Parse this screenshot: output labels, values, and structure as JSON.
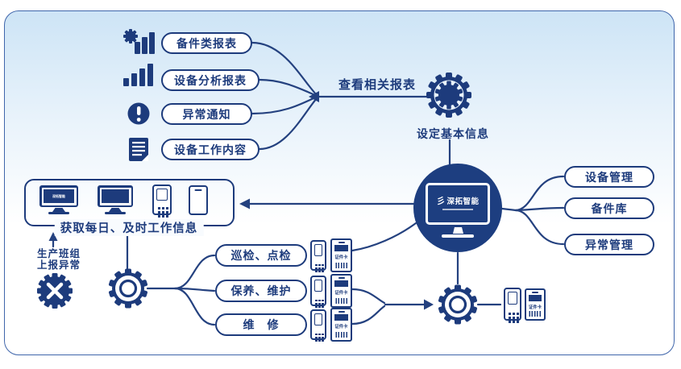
{
  "palette": {
    "navy": "#1d3b7c",
    "line": "#24417f",
    "card_border": "#4066ab",
    "bg_top": "#cde4f6"
  },
  "report_section": {
    "flow_label": "查看相关报表",
    "items": [
      {
        "icon": "bar-chart-gear-icon",
        "label": "备件类报表"
      },
      {
        "icon": "bar-chart-icon",
        "label": "设备分析报表"
      },
      {
        "icon": "alert-icon",
        "label": "异常通知"
      },
      {
        "icon": "document-icon",
        "label": "设备工作内容"
      }
    ]
  },
  "setup_gear": {
    "label": "设定基本信息"
  },
  "platform": {
    "logo_mark": "彡",
    "logo_text": "深拓智能"
  },
  "right_menu": {
    "items": [
      "设备管理",
      "备件库",
      "异常管理"
    ]
  },
  "info_box": {
    "caption": "获取每日、及时工作信息"
  },
  "production_note": {
    "line1": "生产班组",
    "line2": "上报异常"
  },
  "tasks": {
    "items": [
      "巡检、点检",
      "保养、维护",
      "维　修"
    ]
  },
  "id_card": {
    "label": "证件卡"
  }
}
